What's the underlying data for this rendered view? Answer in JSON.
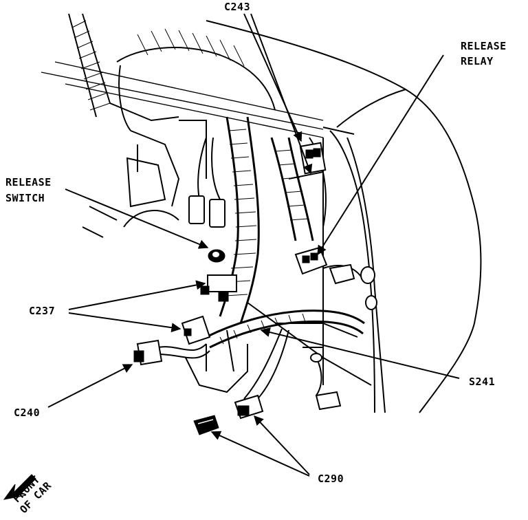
{
  "labels": {
    "c243": "C243",
    "release_relay_line1": "RELEASE",
    "release_relay_line2": "RELAY",
    "release_switch_line1": "RELEASE",
    "release_switch_line2": "SWITCH",
    "c237": "C237",
    "c240": "C240",
    "s241": "S241",
    "c290": "C290",
    "front_of_car_line1": "FRONT",
    "front_of_car_line2": "OF CAR"
  },
  "colors": {
    "ink": "#000000",
    "paper": "#ffffff"
  }
}
